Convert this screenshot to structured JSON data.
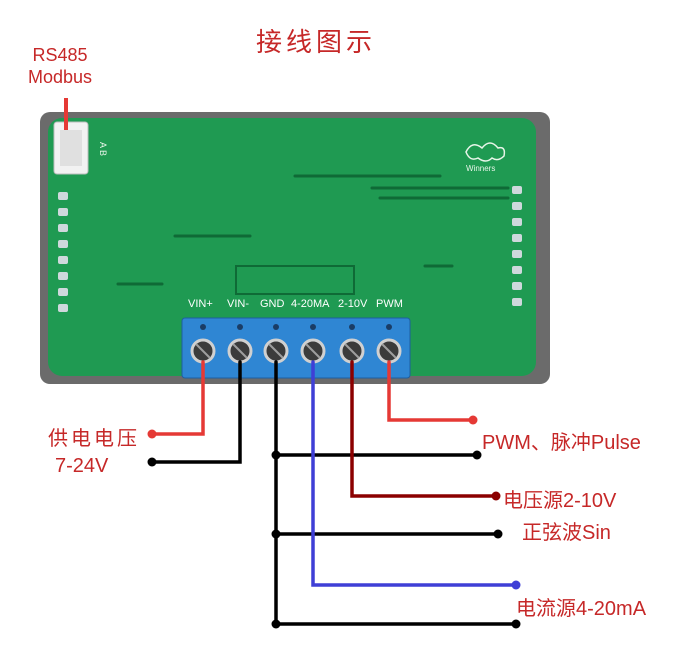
{
  "title": "接线图示",
  "rs485": {
    "line1": "RS485",
    "line2": "Modbus"
  },
  "connector_ab": "A B",
  "brand": "Winners",
  "pins": [
    "VIN+",
    "VIN-",
    "GND",
    "4-20MA",
    "2-10V",
    "PWM"
  ],
  "labels": {
    "power_supply": "供电电压",
    "power_voltage": "7-24V",
    "pwm": "PWM、脉冲Pulse",
    "voltage_source": "电压源2-10V",
    "sine": "正弦波Sin",
    "current_source": "电流源4-20mA"
  },
  "colors": {
    "board": "#1f9a52",
    "terminal": "#2f86d3",
    "wire_red": "#e53935",
    "wire_dark_red": "#8b0000",
    "wire_black": "#000000",
    "wire_blue": "#3f3fd6",
    "label": "#c62828"
  }
}
